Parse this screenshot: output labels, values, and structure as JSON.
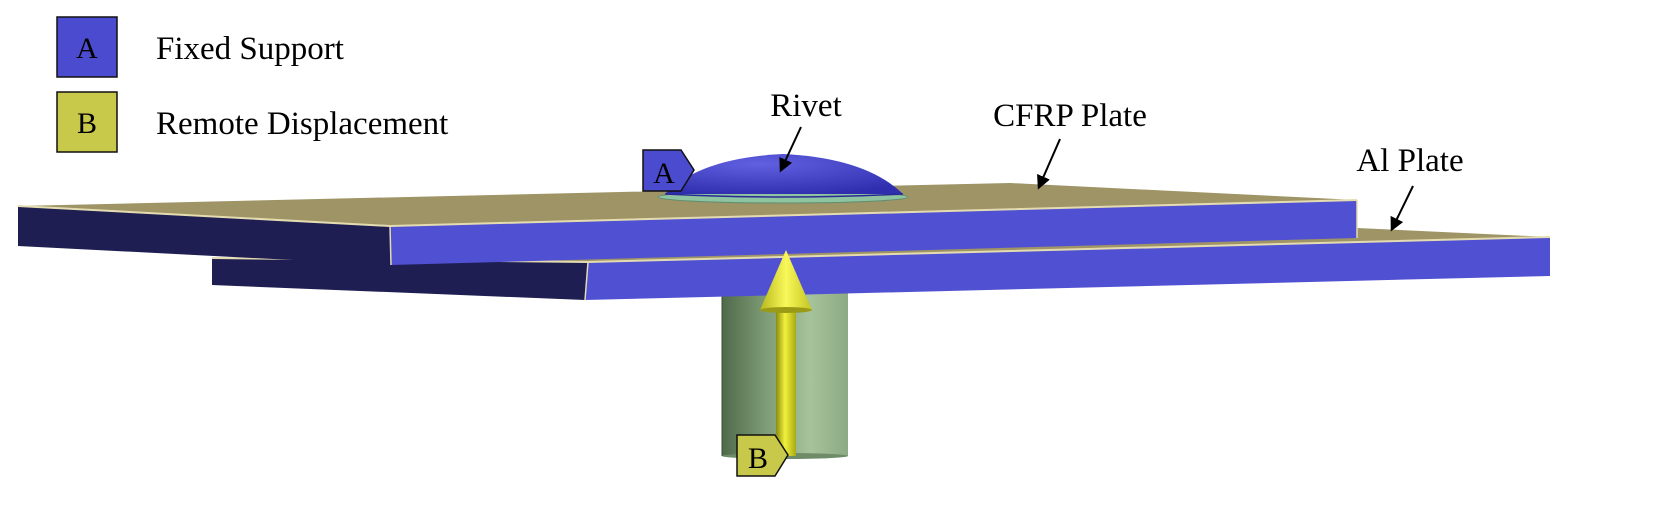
{
  "legend": {
    "items": [
      {
        "key": "A",
        "label": "Fixed Support",
        "color": "#4b4bd0"
      },
      {
        "key": "B",
        "label": "Remote Displacement",
        "color": "#c8c84a"
      }
    ]
  },
  "annotations": {
    "rivet": "Rivet",
    "cfrp_plate": "CFRP Plate",
    "al_plate": "Al Plate"
  },
  "markers": {
    "a": "A",
    "b": "B"
  },
  "colors": {
    "plate_front": "#5050d2",
    "plate_dark_side": "#1e1e52",
    "plate_top": "#9e9466",
    "plate_edge_highlight": "#e4dcb0",
    "rivet_body": "#3c3cc6",
    "rivet_shank": "#8fae86",
    "arrow_yellow": "#dede2a"
  }
}
